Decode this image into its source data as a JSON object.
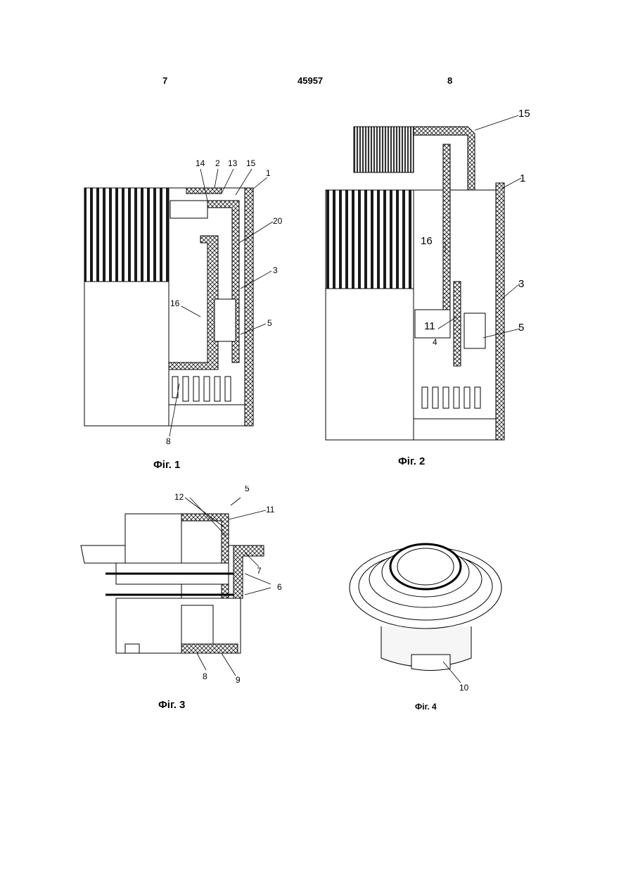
{
  "header": {
    "left_page": "7",
    "patent_number": "45957",
    "right_page": "8"
  },
  "figures": [
    {
      "caption": "Фіг. 1",
      "labels": {
        "l14": "14",
        "l2": "2",
        "l13": "13",
        "l15": "15",
        "l1": "1",
        "l20": "20",
        "l3": "3",
        "l16": "16",
        "l5": "5",
        "l8": "8"
      }
    },
    {
      "caption": "Фіг. 2",
      "labels": {
        "l15": "15",
        "l1": "1",
        "l16": "16",
        "l3": "3",
        "l11": "11",
        "l4": "4",
        "l5": "5"
      }
    },
    {
      "caption": "Фіг. 3",
      "labels": {
        "l12": "12",
        "l5": "5",
        "l11": "11",
        "l7": "7",
        "l6": "6",
        "l8": "8",
        "l9": "9"
      }
    },
    {
      "caption": "Фіг. 4",
      "labels": {
        "l10": "10"
      }
    }
  ]
}
